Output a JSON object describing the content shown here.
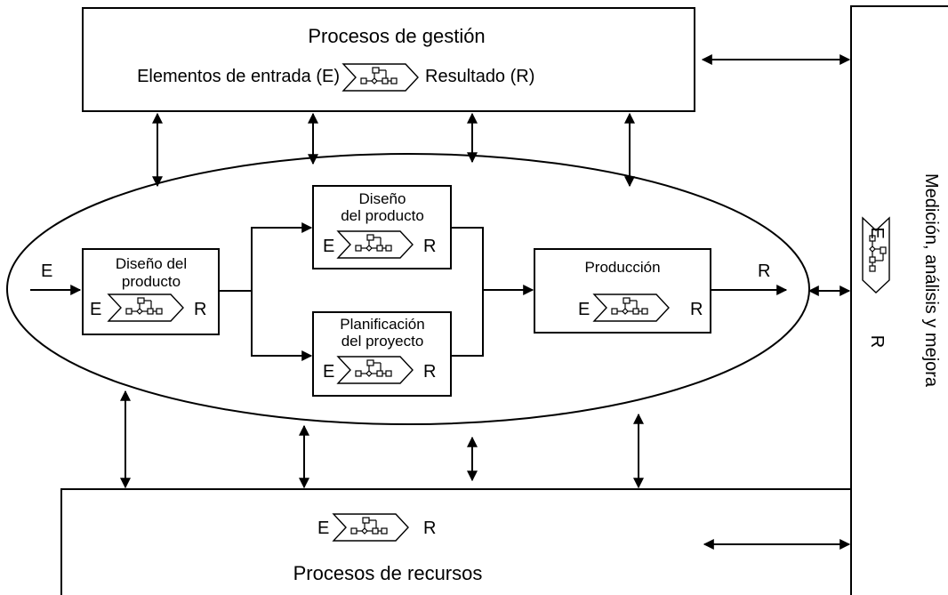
{
  "management": {
    "title": "Procesos de gestión",
    "input_label": "Elementos de entrada (E)",
    "output_label": "Resultado (R)"
  },
  "realization": {
    "input_letter": "E",
    "output_letter": "R",
    "design_left": {
      "line1": "Diseño del",
      "line2": "producto",
      "e": "E",
      "r": "R"
    },
    "design_top": {
      "line1": "Diseño",
      "line2": "del producto",
      "e": "E",
      "r": "R"
    },
    "planning": {
      "line1": "Planificación",
      "line2": "del proyecto",
      "e": "E",
      "r": "R"
    },
    "production": {
      "title": "Producción",
      "e": "E",
      "r": "R"
    }
  },
  "resources": {
    "title": "Procesos de recursos",
    "e": "E",
    "r": "R"
  },
  "measurement": {
    "title": "Medición, análisis y mejora",
    "e": "E",
    "r": "R"
  },
  "icons": {
    "process_icon": "process-chevron-icon"
  }
}
